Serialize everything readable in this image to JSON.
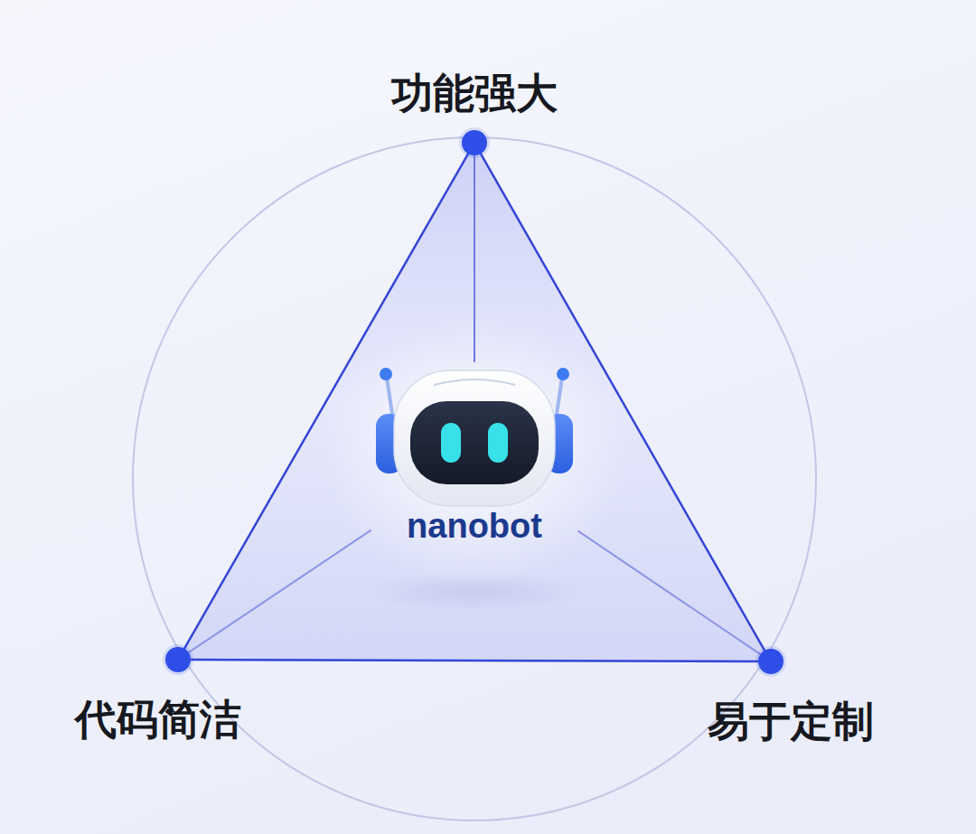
{
  "diagram": {
    "nodes": [
      {
        "text": [
          "功能强大"
        ]
      },
      {
        "text": [
          "nanobot"
        ]
      },
      {
        "text": [
          "代码简洁"
        ]
      },
      {
        "text": [
          "易于定制"
        ]
      }
    ],
    "edges": [
      {
        "from": 0,
        "to": 2,
        "arrow": "none"
      },
      {
        "from": 2,
        "to": 3,
        "arrow": "none"
      },
      {
        "from": 3,
        "to": 0,
        "arrow": "none"
      },
      {
        "from": 1,
        "to": 0,
        "arrow": "none"
      },
      {
        "from": 1,
        "to": 2,
        "arrow": "none"
      },
      {
        "from": 1,
        "to": 3,
        "arrow": "none"
      }
    ]
  }
}
